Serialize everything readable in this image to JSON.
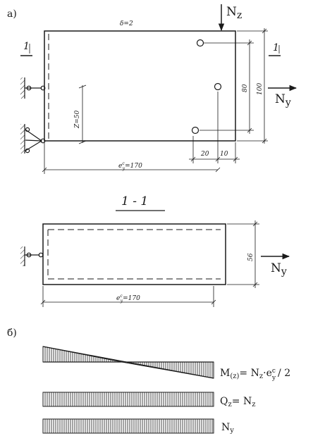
{
  "part_a": {
    "label": "а)",
    "thickness": "δ=2",
    "force_nz_N": "N",
    "force_nz_sub": "z",
    "force_ny_N": "N",
    "force_ny_sub": "y",
    "section_mark_left": "1",
    "section_mark_right": "1",
    "dim_z": "Z=50",
    "dim_ey_e": "e",
    "dim_ey_sup": "c",
    "dim_ey_sub": "y",
    "dim_ey_val": "=170",
    "dim_20": "20",
    "dim_10": "10",
    "dim_80": "80",
    "dim_100": "100"
  },
  "section": {
    "title": "1 - 1",
    "dim_56": "56",
    "force_N": "N",
    "force_sub": "y",
    "dim_ey_e": "e",
    "dim_ey_sup": "c",
    "dim_ey_sub": "y",
    "dim_ey_val": "=170"
  },
  "part_b": {
    "label": "б)",
    "moment": {
      "M": "M",
      "sub": "(z)",
      "eq": "= N",
      "nsub": "z",
      "dot": "·e",
      "esup": "c",
      "esub": "y",
      "tail": "/ 2"
    },
    "shear": {
      "Q": "Q",
      "sub": "z",
      "eq": "= N",
      "nsub": "z"
    },
    "normal": {
      "N": "N",
      "sub": "y"
    }
  }
}
